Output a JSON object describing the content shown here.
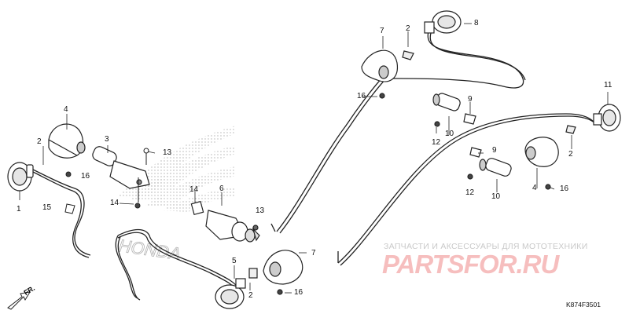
{
  "diagram": {
    "code": "K874F3501",
    "front_label": "FR.",
    "watermark": {
      "subtitle": "ЗАПЧАСТИ И АКСЕССУАРЫ ДЛЯ МОТОТЕХНИКИ",
      "logo": "PARTSFOR.RU"
    },
    "brand_watermark": "HONDA",
    "part_callouts": {
      "c1": "1",
      "c2a": "2",
      "c3": "3",
      "c4": "4",
      "c16a": "16",
      "c15": "15",
      "c14a": "14",
      "c13a": "13",
      "c14b": "14",
      "c6": "6",
      "c13b": "13",
      "c5": "5",
      "c2b": "2",
      "c7a": "7",
      "c16b": "16",
      "c7b": "7",
      "c2c": "2",
      "c8": "8",
      "c16c": "16",
      "c9a": "9",
      "c12a": "12",
      "c10a": "10",
      "c11": "11",
      "c2d": "2",
      "c9b": "9",
      "c12b": "12",
      "c10b": "10",
      "c4b": "4",
      "c16d": "16"
    }
  }
}
